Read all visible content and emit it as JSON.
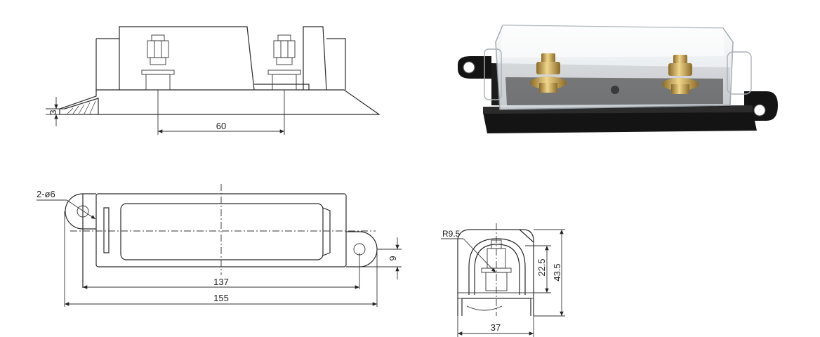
{
  "dimensions": {
    "height_3": "3",
    "stud_spacing_60": "60",
    "holes_2xphi6": "2-ø6",
    "hole_offset_9": "9",
    "mount_length_137": "137",
    "overall_length_155": "155",
    "radius_r9_5": "R9.5",
    "height_22_5": "22.5",
    "height_43_5": "43.5",
    "width_37": "37"
  },
  "colors": {
    "line": "#2a2a2a",
    "base_black": "#141414",
    "cover_clear": "#eef1f3",
    "brass": "#c9a24a"
  }
}
